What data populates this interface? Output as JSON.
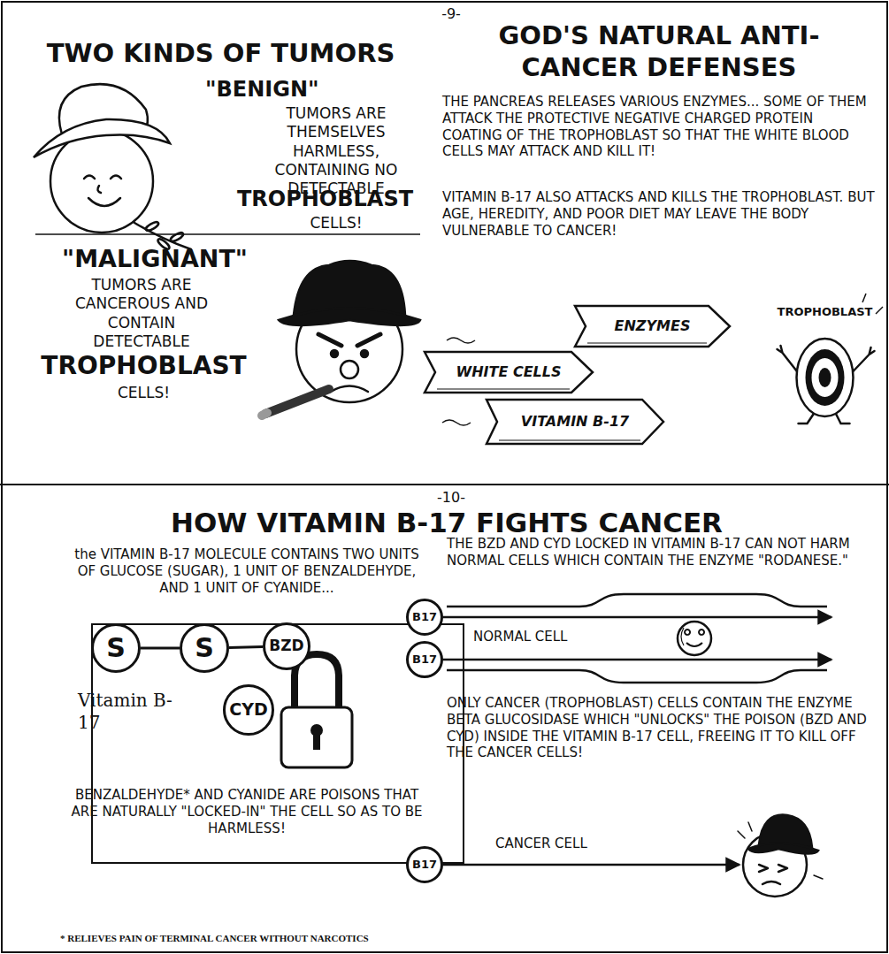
{
  "diagram": {
    "nodes": [
      {
        "text": [
          "WHITE CELLS"
        ]
      },
      {
        "text": [
          "ENZYMES"
        ]
      },
      {
        "text": [
          "VITAMIN B-17"
        ]
      },
      {
        "text": [
          "TROPHOBLAST"
        ]
      },
      {
        "text": [
          "the VITAMIN B-17 MOLECULE CONTAINS TWO UNITS OF GLUCOSE (SUGAR), 1 UNIT OF BENZALDEHYDE, AND 1 UNIT OF CYANIDE...",
          "Vitamin B-17"
        ]
      },
      {
        "text": [
          "S"
        ],
        "in": 4
      },
      {
        "text": [
          "S"
        ],
        "in": 4
      },
      {
        "text": [
          "BZD"
        ],
        "in": 4
      },
      {
        "text": [
          "CYD"
        ],
        "in": 4
      },
      {
        "text": [
          "NORMAL CELL"
        ]
      },
      {
        "text": [
          "B17"
        ]
      },
      {
        "text": [
          "B17"
        ]
      },
      {
        "text": [
          "B17"
        ]
      }
    ],
    "edges": [
      {
        "from": 5,
        "to": 6,
        "arrow": "none"
      },
      {
        "from": 6,
        "to": 7,
        "arrow": "none"
      }
    ],
    "labels": [
      "-9-",
      "TWO KINDS OF TUMORS",
      "\"BENIGN\"",
      "TUMORS ARE THEMSELVES HARMLESS, CONTAINING NO DETECTABLE",
      "TROPHOBLAST",
      "CELLS!",
      "\"MALIGNANT\"",
      "TUMORS ARE CANCEROUS AND CONTAIN DETECTABLE",
      "TROPHOBLAST",
      "CELLS!",
      "GOD'S NATURAL ANTI-CANCER DEFENSES",
      "THE PANCREAS RELEASES VARIOUS ENZYMES... SOME OF THEM ATTACK THE PROTECTIVE NEGATIVE CHARGED PROTEIN COATING OF THE TROPHOBLAST SO THAT THE WHITE BLOOD CELLS MAY ATTACK AND KILL IT!",
      "VITAMIN B-17 ALSO ATTACKS AND KILLS THE TROPHOBLAST. BUT AGE, HEREDITY, AND POOR DIET MAY LEAVE THE BODY VULNERABLE TO CANCER!",
      "-10-",
      "HOW VITAMIN B-17 FIGHTS CANCER",
      "BENZALDEHYDE* AND CYANIDE ARE POISONS THAT ARE NATURALLY \"LOCKED-IN\" THE CELL SO AS TO BE HARMLESS!",
      "THE BZD AND CYD LOCKED IN VITAMIN B-17 CAN NOT HARM NORMAL CELLS WHICH CONTAIN THE ENZYME \"RODANESE.\"",
      "ONLY CANCER (TROPHOBLAST) CELLS CONTAIN THE ENZYME BETA GLUCOSIDASE WHICH \"UNLOCKS\" THE POISON (BZD AND CYD) INSIDE THE VITAMIN B-17 CELL, FREEING IT TO KILL OFF THE CANCER CELLS!",
      "CANCER CELL",
      "* RELIEVES PAIN OF TERMINAL CANCER WITHOUT NARCOTICS"
    ]
  }
}
